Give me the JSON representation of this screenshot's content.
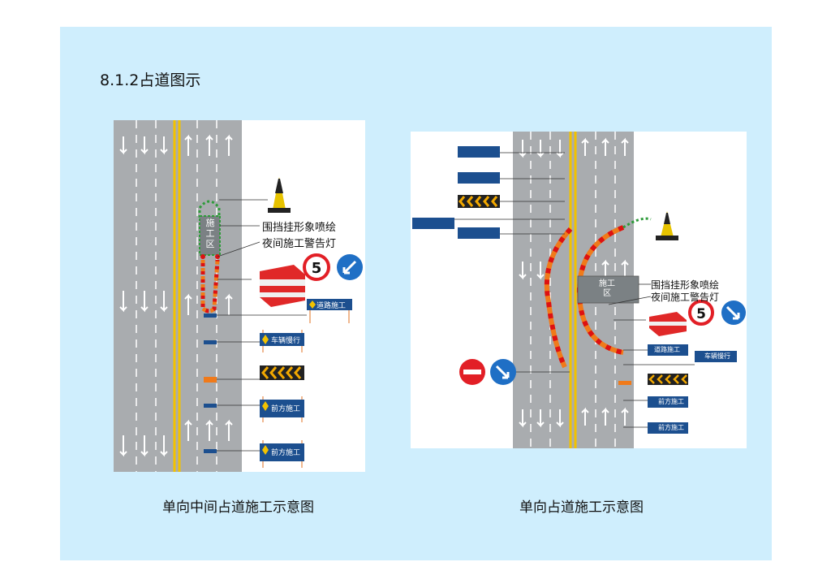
{
  "page": {
    "title": "8.1.2占道图示"
  },
  "left_diagram": {
    "caption": "单向中间占道施工示意图",
    "work_zone": "施工区",
    "label_enclosure": "围挡挂形象喷绘",
    "label_lights": "夜间施工警告灯",
    "speed_limit": "5",
    "signs": [
      "道路施工",
      "车辆慢行",
      "前方施工",
      "前方施工"
    ]
  },
  "right_diagram": {
    "caption": "单向占道施工示意图",
    "work_zone": "施工区",
    "label_enclosure": "围挡挂形象喷绘",
    "label_lights": "夜间施工警告灯",
    "speed_limit": "5",
    "signs": [
      "道路施工",
      "车辆慢行",
      "前方施工",
      "前方施工"
    ]
  },
  "colors": {
    "background": "#cfeefd",
    "road": "#a9acaf",
    "center_line": "#f2c200",
    "sign_blue": "#1c4f8f",
    "barrier": "#f07a1a",
    "speed_ring": "#e21f26"
  }
}
